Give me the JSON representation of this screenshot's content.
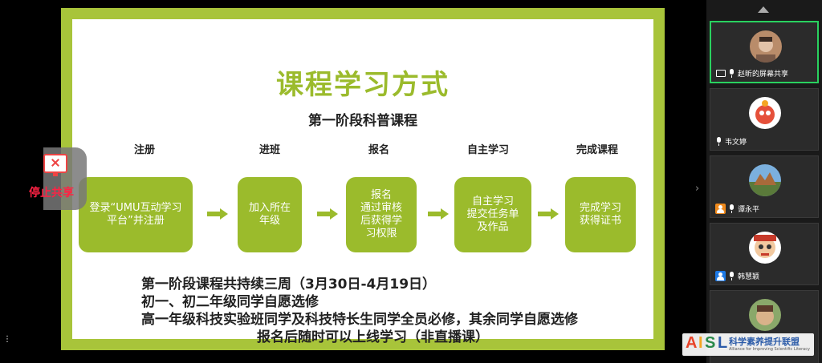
{
  "slide": {
    "title": "课程学习方式",
    "subtitle": "第一阶段科普课程",
    "steps": [
      {
        "label": "注册",
        "box": "登录“UMU互动学习\n平台”并注册"
      },
      {
        "label": "进班",
        "box": "加入所在\n年级"
      },
      {
        "label": "报名",
        "box": "报名\n通过审核\n后获得学\n习权限"
      },
      {
        "label": "自主学习",
        "box": "自主学习\n提交任务单\n及作品"
      },
      {
        "label": "完成课程",
        "box": "完成学习\n获得证书"
      }
    ],
    "info": [
      "第一阶段课程共持续三周（3月30日-4月19日）",
      "初一、初二年级同学自愿选修",
      "高一年级科技实验班同学及科技特长生同学全员必修，其余同学自愿选修",
      "报名后随时可以上线学习（非直播课）"
    ],
    "accent_color": "#9bbb2c",
    "frame_color": "#a8c43a"
  },
  "stop_share": {
    "label": "停止共享",
    "icon": "stop-share-icon"
  },
  "participants": [
    {
      "name": "赵昕的屏幕共享",
      "active": true
    },
    {
      "name": "韦文婷"
    },
    {
      "name": "谭永平"
    },
    {
      "name": "韩慧颖"
    },
    {
      "name": ""
    }
  ],
  "watermark": {
    "letters": [
      "A",
      "I",
      "S",
      "L"
    ],
    "cn": "科学素养提升联盟",
    "en": "Alliance for Improving Scientific Literacy"
  }
}
